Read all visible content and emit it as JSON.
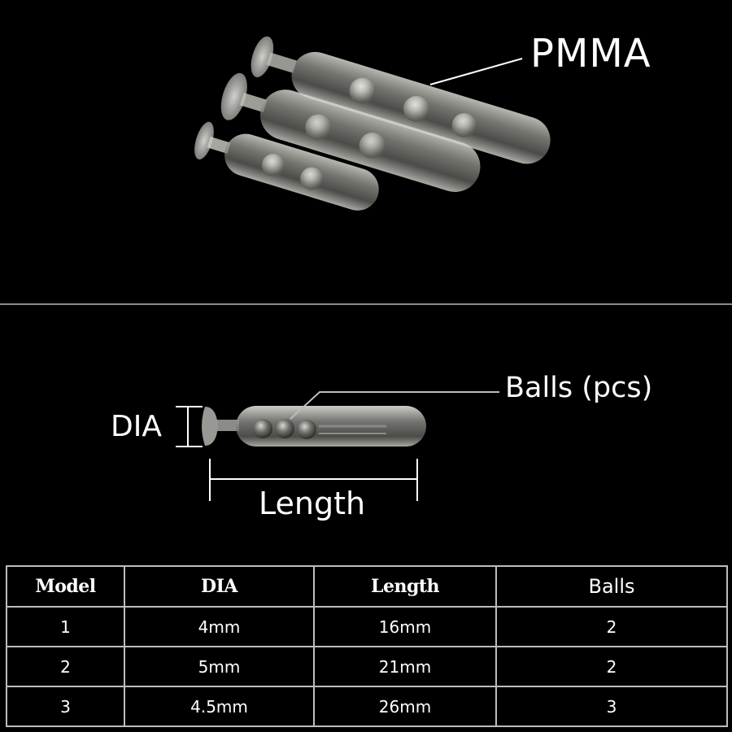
{
  "product_photo": {
    "subject": "three clear PMMA tubes with rattle balls and mushroom caps",
    "callout_label": "PMMA"
  },
  "diagram": {
    "dimension_labels": {
      "diameter": "DIA",
      "length": "Length",
      "balls": "Balls (pcs)"
    }
  },
  "spec_table": {
    "headers": [
      "Model",
      "DIA",
      "Length",
      "Balls"
    ],
    "rows": [
      {
        "model": "1",
        "dia": "4mm",
        "length": "16mm",
        "balls": "2"
      },
      {
        "model": "2",
        "dia": "5mm",
        "length": "21mm",
        "balls": "2"
      },
      {
        "model": "3",
        "dia": "4.5mm",
        "length": "26mm",
        "balls": "3"
      }
    ]
  },
  "colors": {
    "background": "#000000",
    "text": "#ffffff",
    "lines": "#bdbdbd"
  }
}
